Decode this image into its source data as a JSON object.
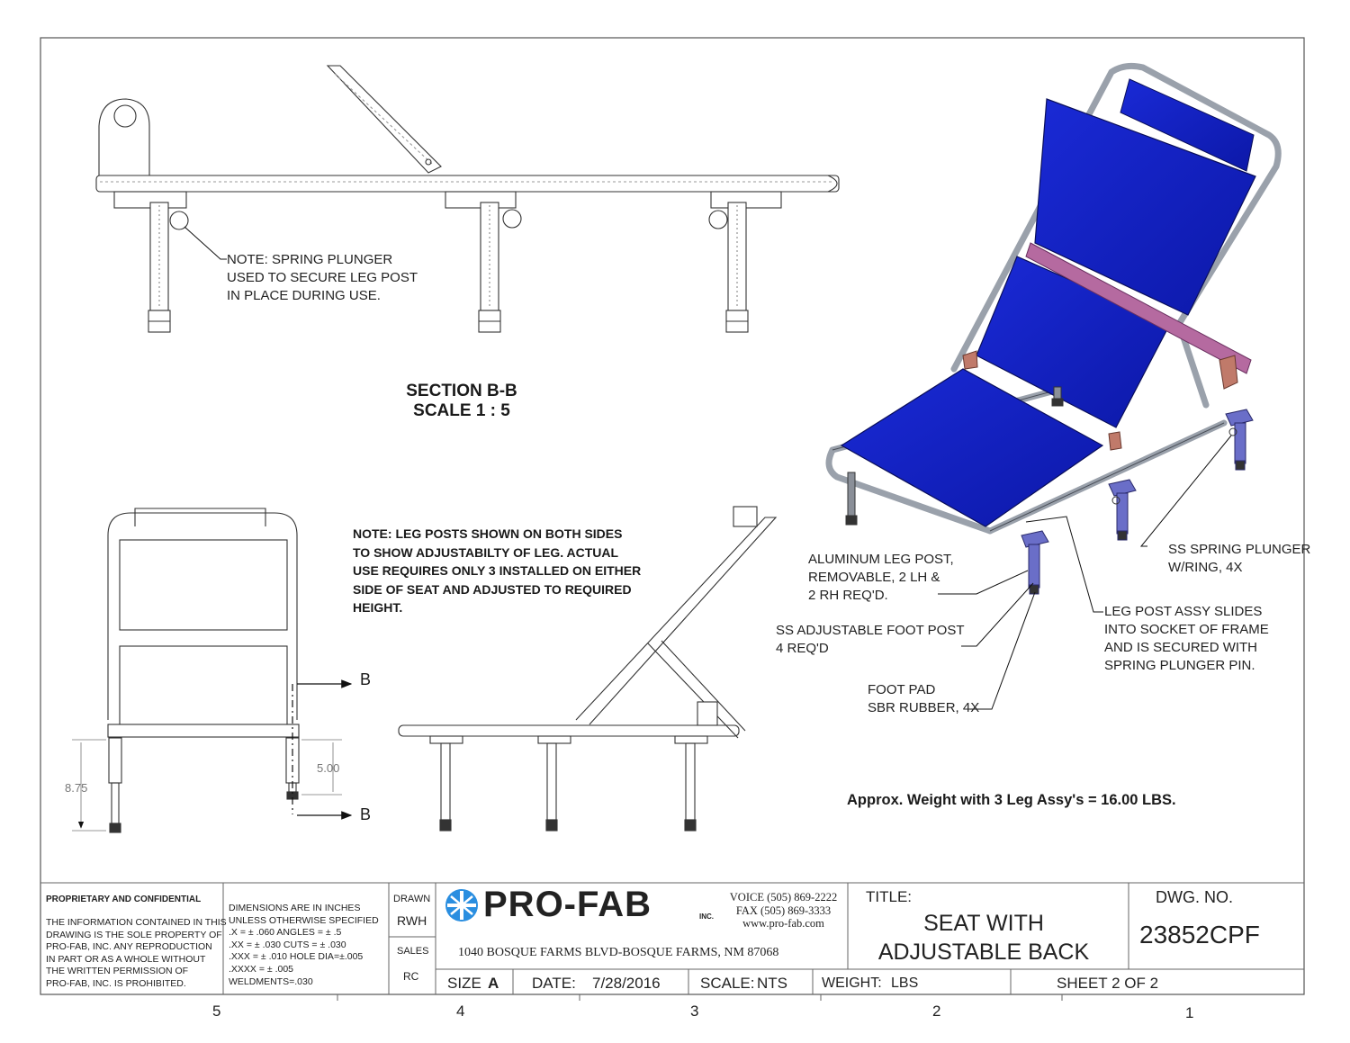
{
  "notes": {
    "spring_plunger": [
      "NOTE: SPRING PLUNGER",
      "USED TO SECURE LEG POST",
      "IN PLACE DURING USE."
    ],
    "section_title": "SECTION B-B",
    "section_scale": "SCALE 1 : 5",
    "leg_posts": [
      "NOTE: LEG POSTS SHOWN ON BOTH SIDES",
      "TO SHOW ADJUSTABILTY OF LEG. ACTUAL",
      "USE REQUIRES ONLY 3 INSTALLED ON EITHER",
      "SIDE OF SEAT AND ADJUSTED TO REQUIRED",
      "HEIGHT."
    ],
    "weight": "Approx. Weight with 3 Leg Assy's = 16.00 LBS."
  },
  "callouts": {
    "aluminum_leg_post": [
      "ALUMINUM LEG POST,",
      "REMOVABLE, 2 LH &",
      "2 RH REQ'D."
    ],
    "ss_foot_post": [
      "SS ADJUSTABLE FOOT POST",
      "4 REQ'D"
    ],
    "foot_pad": [
      "FOOT PAD",
      "SBR RUBBER, 4X"
    ],
    "ss_spring_plunger": [
      "SS SPRING PLUNGER",
      "W/RING, 4X"
    ],
    "leg_post_assy": [
      "LEG POST ASSY SLIDES",
      "INTO SOCKET OF FRAME",
      "AND IS SECURED WITH",
      "SPRING PLUNGER PIN."
    ]
  },
  "dimensions": {
    "height_a": "8.75",
    "height_b": "5.00",
    "section_label": "B"
  },
  "title_block": {
    "proprietary_title": "PROPRIETARY AND CONFIDENTIAL",
    "proprietary_text": [
      "THE INFORMATION CONTAINED IN THIS",
      "DRAWING IS THE SOLE PROPERTY OF",
      "PRO-FAB, INC.  ANY REPRODUCTION",
      "IN PART OR AS A WHOLE WITHOUT",
      "THE WRITTEN PERMISSION OF",
      "PRO-FAB, INC. IS PROHIBITED."
    ],
    "tolerances": [
      "DIMENSIONS ARE IN INCHES",
      "UNLESS OTHERWISE SPECIFIED",
      ".X = ± .060      ANGLES = ± .5",
      ".XX = ± .030      CUTS = ± .030",
      ".XXX = ± .010    HOLE DIA=±.005",
      ".XXXX = ± .005",
      "WELDMENTS=.030"
    ],
    "drawn_label": "DRAWN",
    "drawn_by": "RWH",
    "sales_label": "SALES",
    "sales_by": "RC",
    "company": "PRO-FAB",
    "company_suffix": "INC.",
    "voice": "VOICE (505) 869-2222",
    "fax": "FAX (505) 869-3333",
    "web": "www.pro-fab.com",
    "address": "1040 BOSQUE FARMS BLVD-BOSQUE FARMS, NM 87068",
    "title_label": "TITLE:",
    "title_lines": [
      "SEAT WITH",
      "ADJUSTABLE BACK"
    ],
    "dwg_no_label": "DWG.  NO.",
    "dwg_no": "23852CPF",
    "size_label": "SIZE",
    "size": "A",
    "date_label": "DATE:",
    "date": "7/28/2016",
    "scale_label": "SCALE:",
    "scale": "NTS",
    "weight_label": "WEIGHT:",
    "weight_units": "LBS",
    "sheet": "SHEET 2 OF 2"
  },
  "zones": [
    "5",
    "4",
    "3",
    "2",
    "1"
  ]
}
